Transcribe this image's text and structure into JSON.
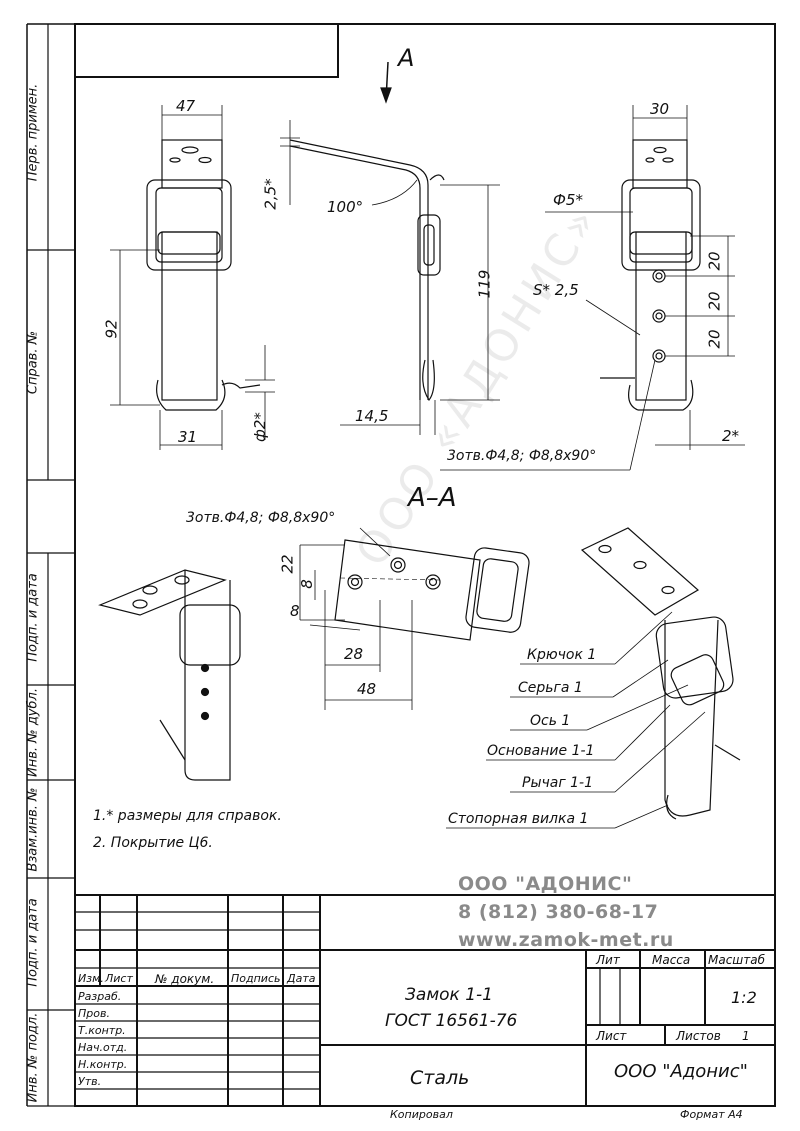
{
  "side_labels": {
    "perv_primen": "Перв. примен.",
    "sprav_no": "Справ. №",
    "podp_data_1": "Подп. и дата",
    "inv_dubl": "Инв. № дубл.",
    "vzam_inv": "Взам.инв. №",
    "podp_data_2": "Подп. и дата",
    "inv_podl": "Инв. № подл."
  },
  "view_label": "А",
  "section_label": "А–А",
  "dimensions": {
    "d47": "47",
    "d30": "30",
    "d25": "2,5*",
    "d100": "100°",
    "d5": "Ф5*",
    "d119": "119",
    "d92": "92",
    "d20a": "20",
    "d20b": "20",
    "d20c": "20",
    "ds": "S* 2,5",
    "d2f": "ф2*",
    "d31": "31",
    "d145": "14,5",
    "d2s": "2*",
    "holes_top": "3отв.Ф4,8; Ф8,8х90°",
    "holes_iso": "3отв.Ф4,8; Ф8,8х90°",
    "d22": "22",
    "d8a": "8",
    "d8b": "8",
    "d28": "28",
    "d48": "48"
  },
  "parts": [
    "Крючок 1",
    "Серьга 1",
    "Ось 1",
    "Основание 1-1",
    "Рычаг 1-1",
    "Стопорная вилка 1"
  ],
  "notes": [
    "1.* размеры для справок.",
    "2. Покрытие Ц6."
  ],
  "company": {
    "name": "ООО \"АДОНИС\"",
    "phone": "8 (812) 380-68-17",
    "site": "www.zamok-met.ru"
  },
  "title_block": {
    "izm": "Изм.",
    "list": "Лист",
    "dokum": "№ докум.",
    "podpis": "Подпись",
    "data": "Дата",
    "razrab": "Разраб.",
    "prov": "Пров.",
    "tkontr": "Т.контр.",
    "nachotd": "Нач.отд.",
    "nkontr": "Н.контр.",
    "utv": "Утв.",
    "name_line1": "Замок 1-1",
    "name_line2": "ГОСТ 16561-76",
    "material": "Сталь",
    "lit": "Лит",
    "massa": "Масса",
    "masshtab": "Масштаб",
    "scale": "1:2",
    "list2": "Лист",
    "listov": "Листов",
    "listov_val": "1",
    "org": "ООО \"Адонис\"",
    "kopiroval": "Копировал",
    "format": "Формат А4"
  },
  "watermark": "ООО «АДОНИС»"
}
